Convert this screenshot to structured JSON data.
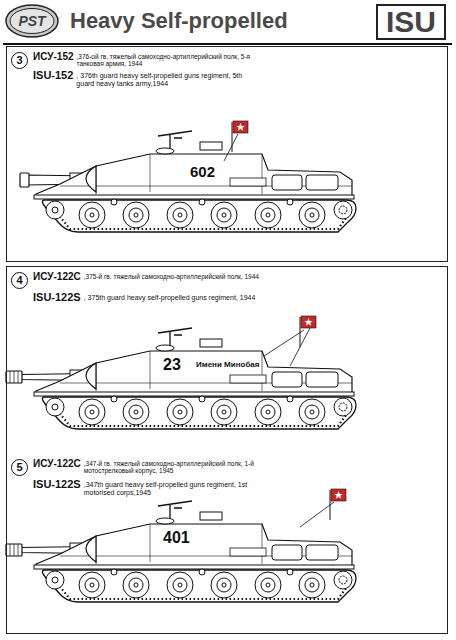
{
  "diagram": {
    "title": "Heavy Self-propelled",
    "nodes": [
      {
        "text": [
          "PST"
        ]
      },
      {
        "text": [
          "ISU"
        ]
      },
      {
        "text": [
          "ИСУ-152",
          ",376-ой гв. тяжелый самоходно-артиллерийский полк, 5-я танковая армия, 1944",
          "ISU-152",
          ", 376th guard heavy self-propelled guns regiment, 5th guard heavy tanks army,1944"
        ]
      },
      {
        "text": [
          "3"
        ],
        "in": 2
      },
      {
        "text": [
          "ИСУ-122С",
          ",375-й гв. тяжелый самоходно-артиллерийский полк, 1944",
          "ISU-122S",
          ", 375th guard heavy self-propelled guns regiment, 1944",
          "ИСУ-122С",
          ",347-й гв. тяжелый самоходно-артиллерийский полк, 1-й мотострелковый корпус, 1945",
          "ISU-122S",
          ",347th guard heavy self-propelled guns regiment, 1st motorised corps,1945"
        ]
      },
      {
        "text": [
          "4"
        ],
        "in": 4
      },
      {
        "text": [
          "5"
        ],
        "in": 4
      }
    ],
    "labels": [
      "602",
      "23",
      "Имени Минобая",
      "401"
    ]
  }
}
